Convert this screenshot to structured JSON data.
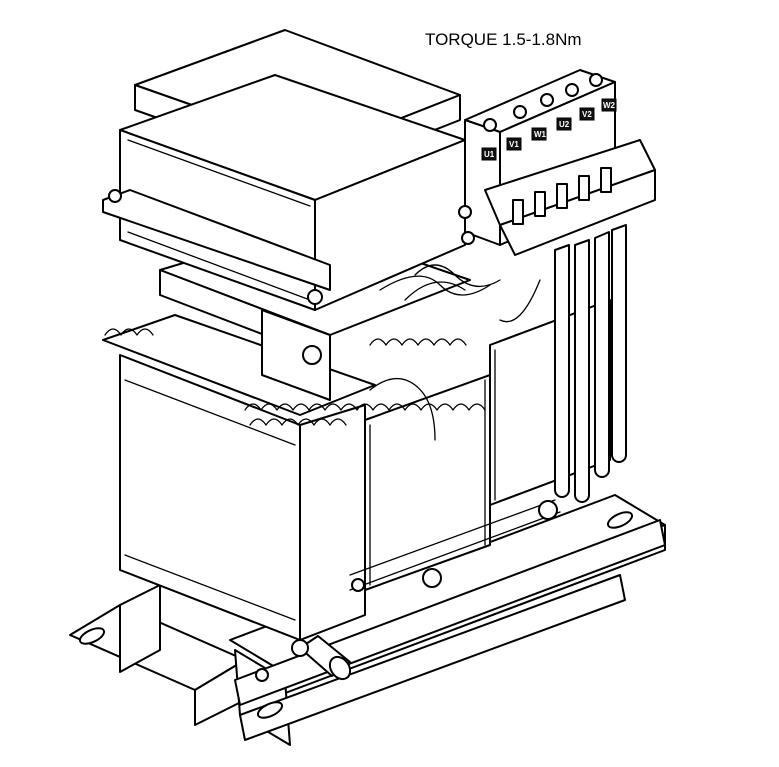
{
  "torque_label": "TORQUE 1.5-1.8Nm",
  "terminal_labels": [
    "U1",
    "V1",
    "W1",
    "U2",
    "V2",
    "W2"
  ]
}
